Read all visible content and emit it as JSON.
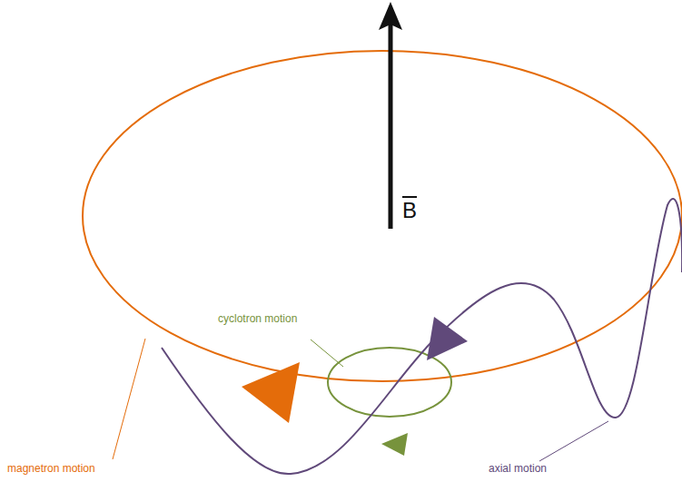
{
  "diagram": {
    "labels": [
      "B",
      "cyclotron motion",
      "magnetron motion",
      "axial motion"
    ]
  }
}
